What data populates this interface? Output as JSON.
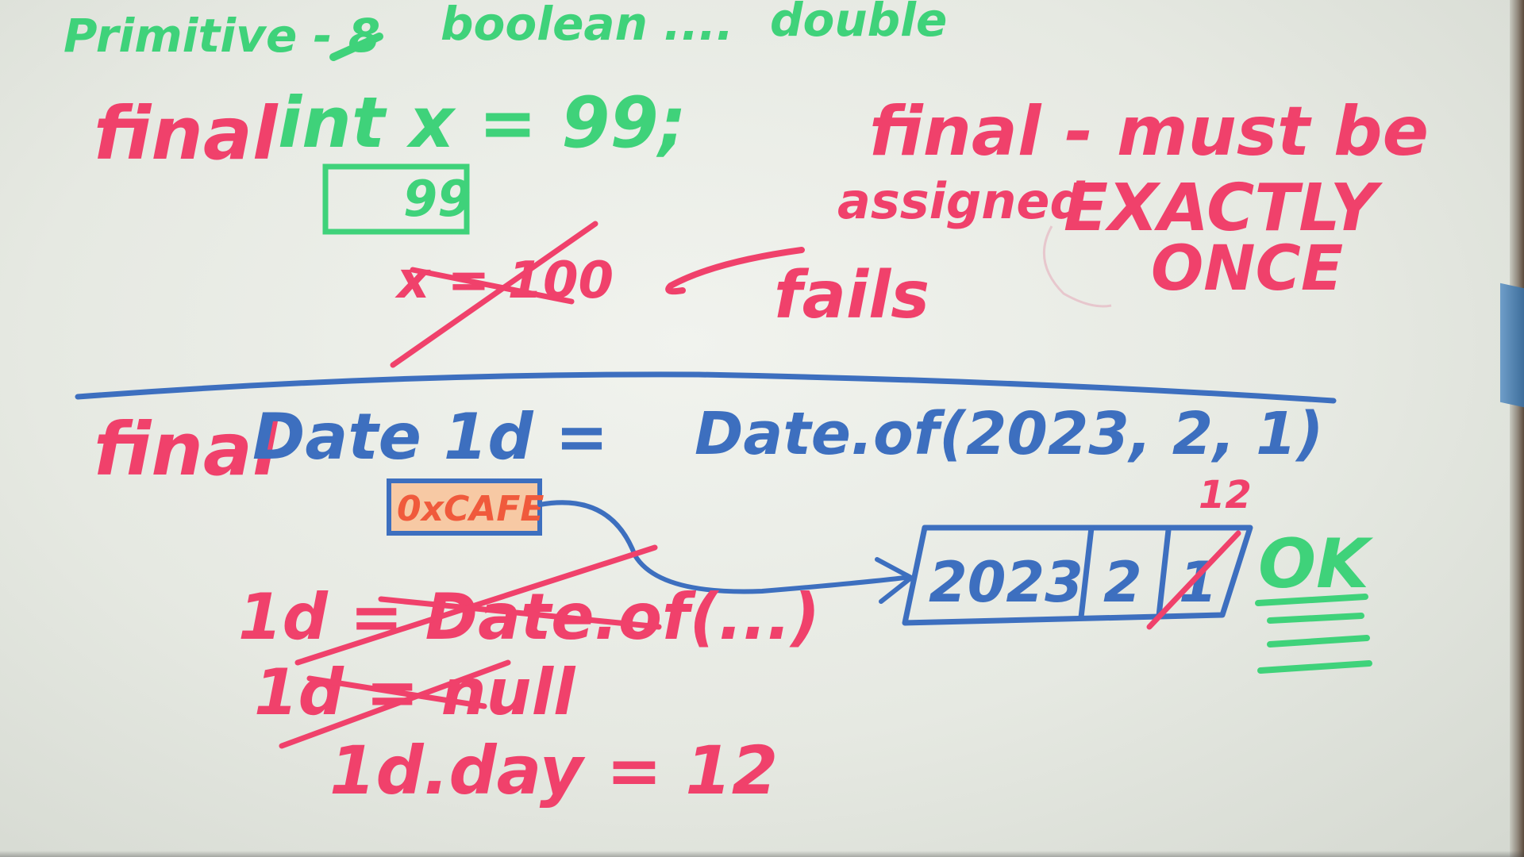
{
  "board": {
    "line1": {
      "primitive": "Primitive - 8",
      "boolean": "boolean ....",
      "double": "double"
    },
    "line2": {
      "final_kw": "final",
      "decl": "int x = 99;"
    },
    "box_value": "99",
    "reassign": "x = 100",
    "fails": "fails",
    "rule": {
      "line1": "final - must be",
      "assigned": "assigned",
      "exactly": "EXACTLY",
      "once": "ONCE"
    },
    "ref_decl": {
      "final_kw": "final",
      "decl": "Date 1d =",
      "call": "Date.of(2023, 2, 1)"
    },
    "address": "0xCAFE",
    "reassign_ref": "1d = Date.of(...)",
    "reassign_null": "1d = null",
    "mutate": "1d.day = 12",
    "obj_year": "2023",
    "obj_month": "2",
    "obj_day_old": "1",
    "obj_day_new": "12",
    "ok": "OK",
    "colors": {
      "green_ink": "#3fd27a",
      "red_ink": "#f0416b",
      "blue_ink": "#3d6fbf",
      "orange_ink": "#f05a3c"
    }
  }
}
